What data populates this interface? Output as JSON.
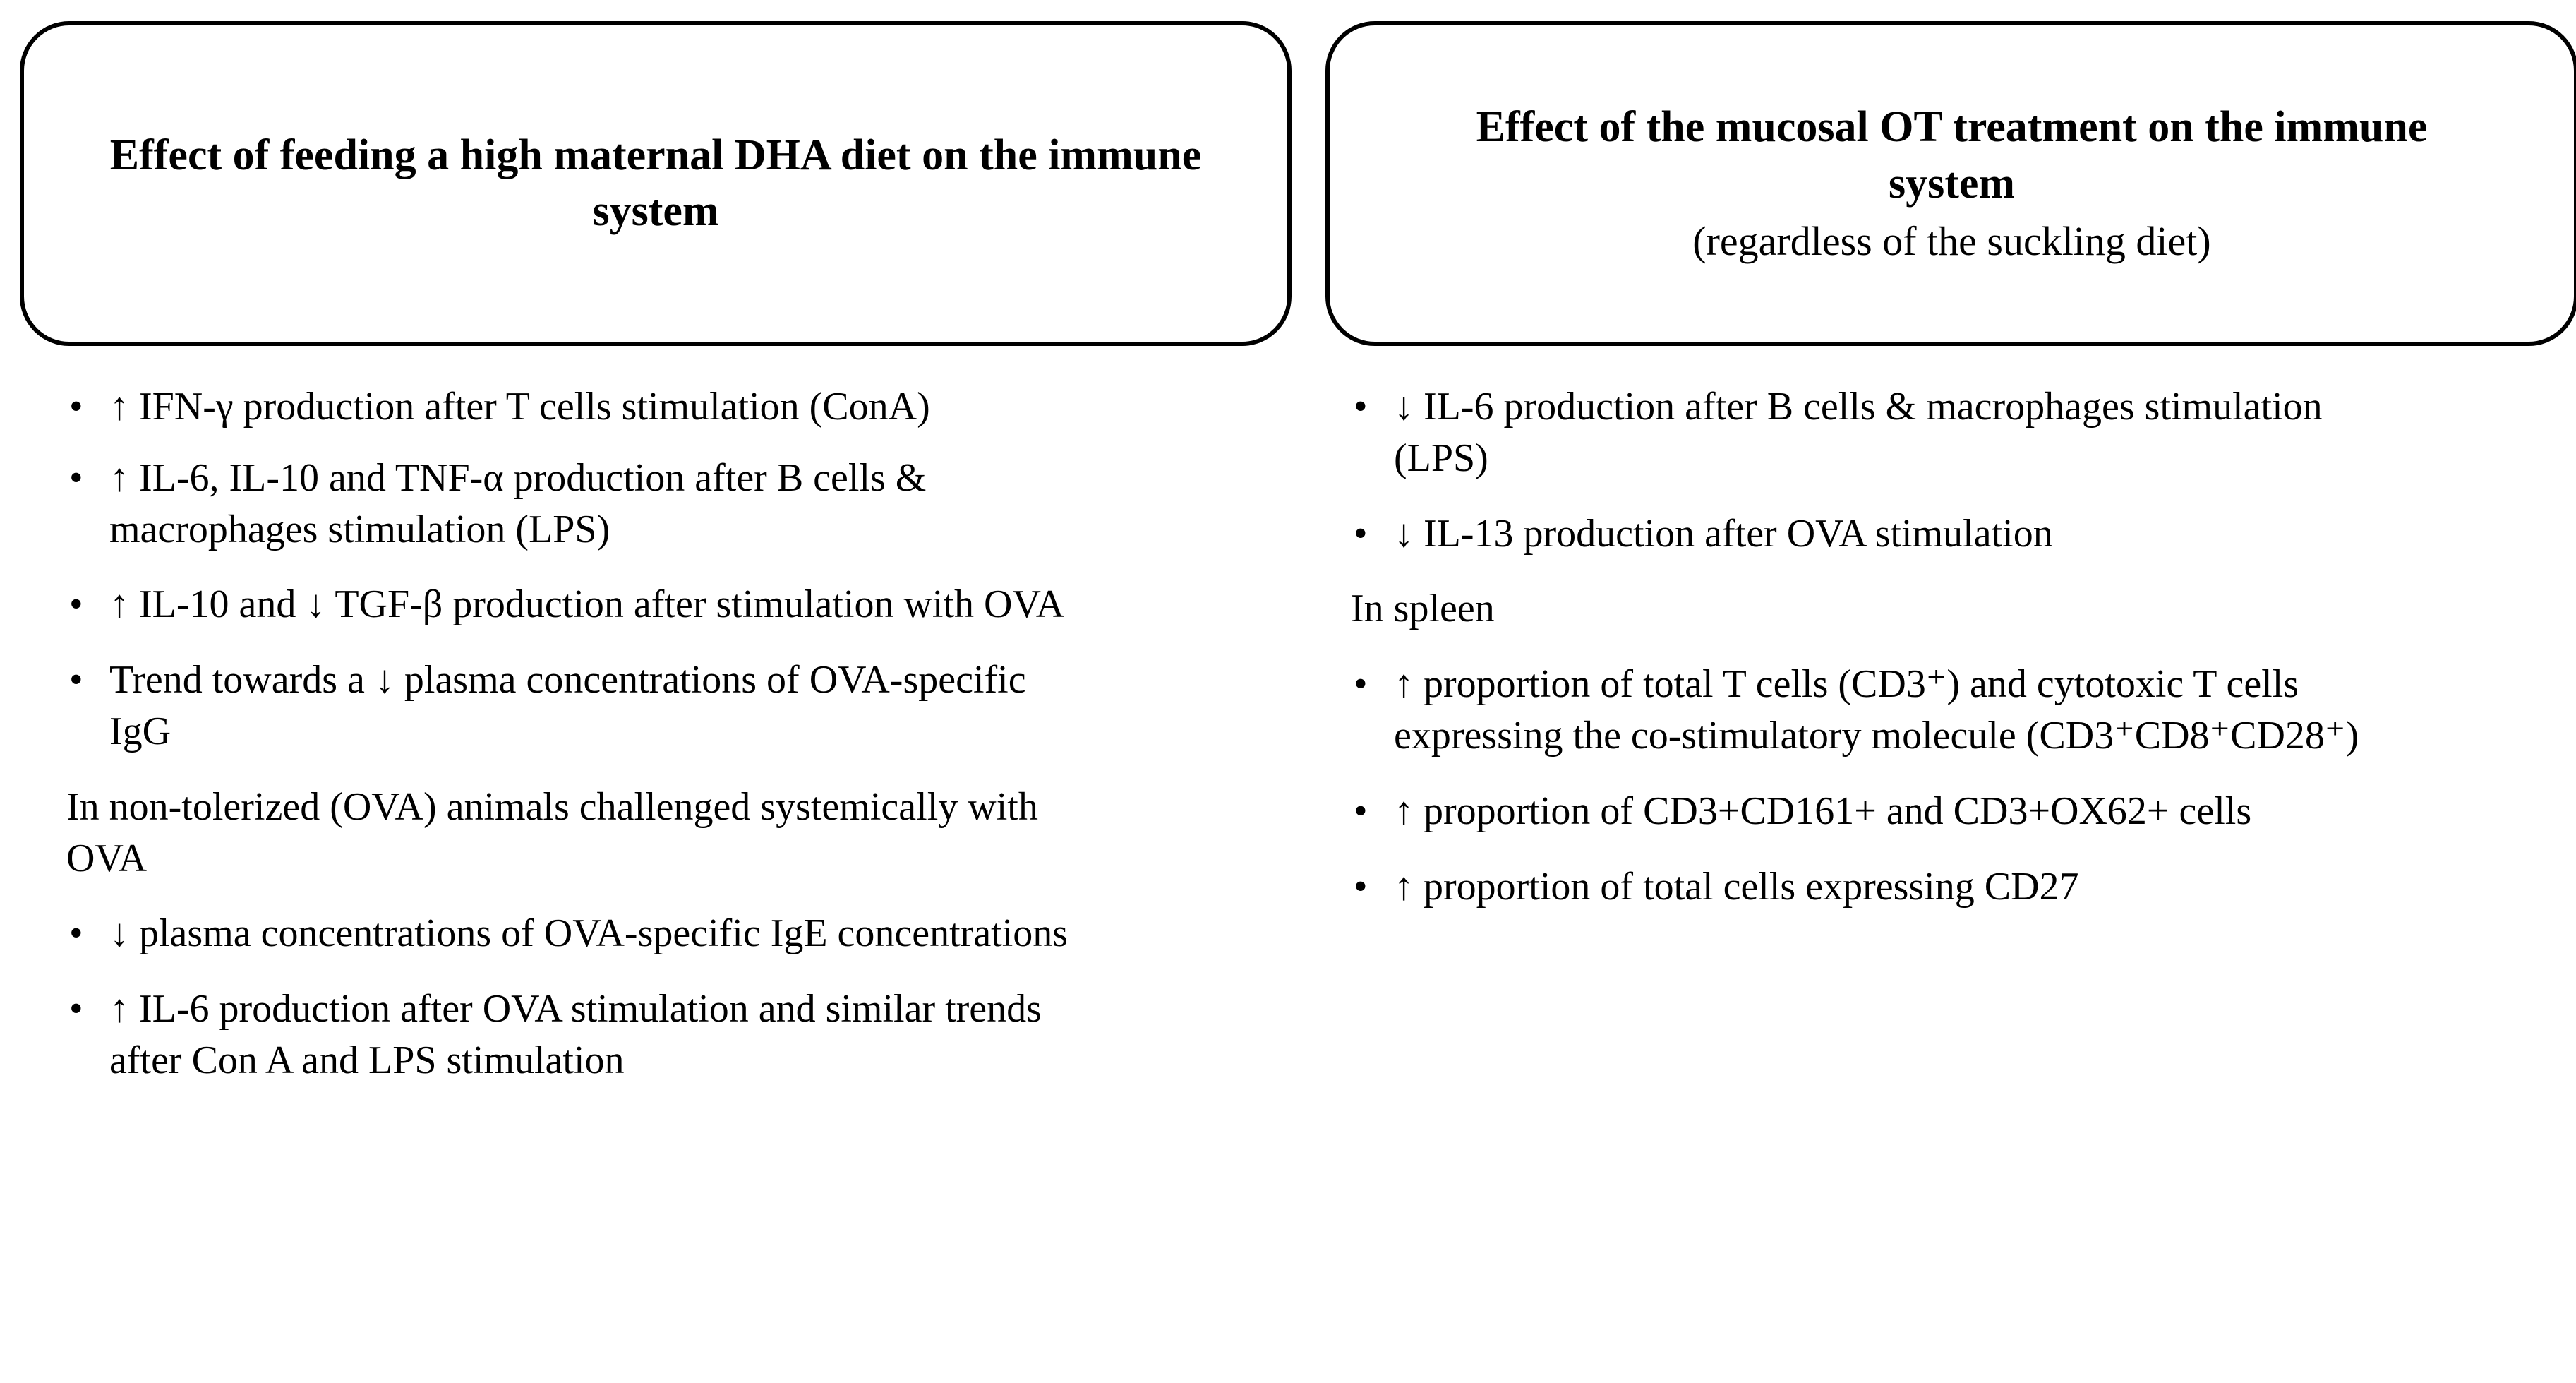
{
  "colors": {
    "background": "#ffffff",
    "text": "#000000",
    "box_border": "#000000"
  },
  "panels": {
    "left": {
      "header": {
        "title": "Effect of feeding a high maternal DHA diet on the immune system",
        "subtitle": ""
      },
      "items": [
        {
          "type": "bullet",
          "marker": "•",
          "text": "↑ IFN-γ production after T cells stimulation (ConA)"
        },
        {
          "type": "bullet",
          "marker": "•",
          "text": "↑ IL-6, IL-10 and TNF-α production after B cells & macrophages stimulation (LPS)"
        },
        {
          "type": "bullet",
          "marker": "•",
          "text": "↑ IL-10 and ↓ TGF-β production after stimulation with OVA"
        },
        {
          "type": "bullet",
          "marker": "•",
          "text": "Trend towards a ↓ plasma concentrations of OVA-specific IgG"
        },
        {
          "type": "paragraph",
          "marker": "",
          "text": "In non-tolerized (OVA) animals challenged systemically with OVA"
        },
        {
          "type": "bullet",
          "marker": "•",
          "text": "↓ plasma concentrations of OVA-specific IgE concentrations"
        },
        {
          "type": "bullet",
          "marker": "•",
          "text": "↑ IL-6 production after OVA stimulation and similar trends after Con A and LPS stimulation"
        }
      ]
    },
    "right": {
      "header": {
        "title": "Effect of the mucosal OT treatment on the immune system",
        "subtitle": "(regardless of the suckling diet)"
      },
      "items": [
        {
          "type": "bullet",
          "marker": "•",
          "text": "↓ IL-6 production after B cells & macrophages stimulation (LPS)"
        },
        {
          "type": "bullet",
          "marker": "•",
          "text": "↓ IL-13 production after OVA stimulation"
        },
        {
          "type": "paragraph",
          "marker": "",
          "text": "In spleen"
        },
        {
          "type": "bullet",
          "marker": "•",
          "text": "↑ proportion of total T cells (CD3⁺) and cytotoxic T cells expressing the co-stimulatory molecule (CD3⁺CD8⁺CD28⁺)"
        },
        {
          "type": "bullet",
          "marker": "•",
          "text": "↑ proportion of CD3+CD161+ and CD3+OX62+ cells"
        },
        {
          "type": "bullet",
          "marker": "•",
          "text": "↑ proportion of total cells expressing CD27"
        }
      ]
    }
  }
}
